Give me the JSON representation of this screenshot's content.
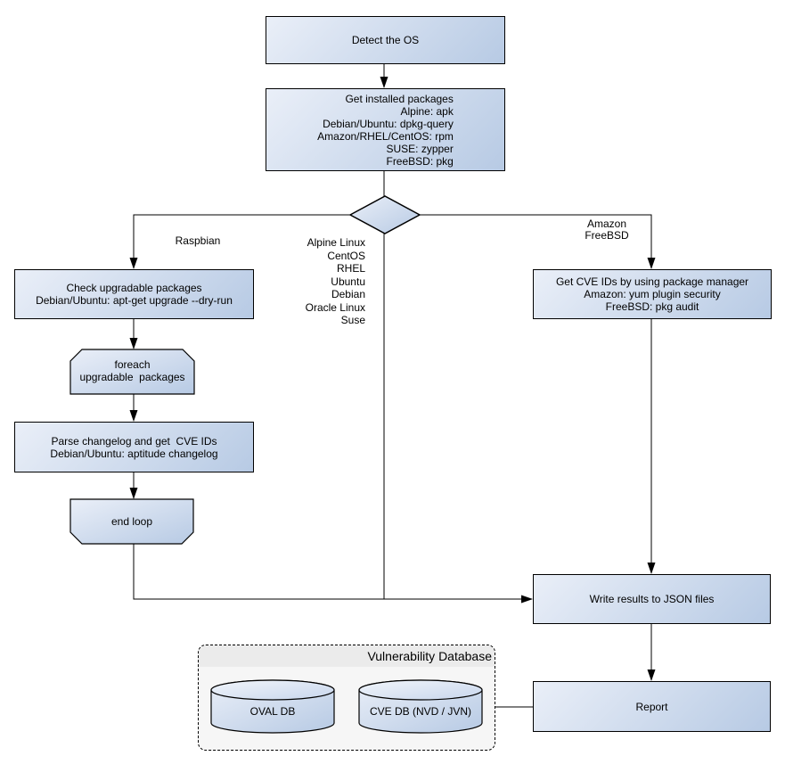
{
  "colors": {
    "node_fill_start": "#eaeff8",
    "node_fill_end": "#b7cae4",
    "node_border": "#000000",
    "connector": "#000000",
    "db_group_fill": "#f6f6f6",
    "db_group_band": "#ebebeb",
    "background": "#ffffff"
  },
  "nodes": {
    "detect_os": {
      "label": "Detect the OS"
    },
    "get_installed_packages": {
      "lines": [
        "Get installed packages",
        "Alpine: apk",
        "Debian/Ubuntu: dpkg-query",
        "Amazon/RHEL/CentOS: rpm",
        "SUSE: zypper",
        "FreeBSD: pkg"
      ]
    },
    "check_upgradable": {
      "lines": [
        "Check upgradable packages",
        "Debian/Ubuntu: apt-get upgrade --dry-run"
      ]
    },
    "foreach_loop": {
      "lines": [
        "foreach",
        "upgradable  packages"
      ]
    },
    "parse_changelog": {
      "lines": [
        "Parse changelog and get  CVE IDs",
        "Debian/Ubuntu: aptitude changelog"
      ]
    },
    "end_loop": {
      "label": "end loop"
    },
    "get_cve_ids": {
      "lines": [
        "Get CVE IDs by using package manager",
        "Amazon: yum plugin security",
        "FreeBSD: pkg audit"
      ]
    },
    "write_results": {
      "label": "Write results to JSON files"
    },
    "report": {
      "label": "Report"
    }
  },
  "edge_labels": {
    "raspbian": "Raspbian",
    "os_list": [
      "Alpine Linux",
      "CentOS",
      "RHEL",
      "Ubuntu",
      "Debian",
      "Oracle Linux",
      "Suse"
    ],
    "amazon_freebsd": [
      "Amazon",
      "FreeBSD"
    ]
  },
  "database_group": {
    "title": "Vulnerability Database",
    "cylinders": [
      "OVAL DB",
      "CVE DB (NVD / JVN)"
    ]
  }
}
